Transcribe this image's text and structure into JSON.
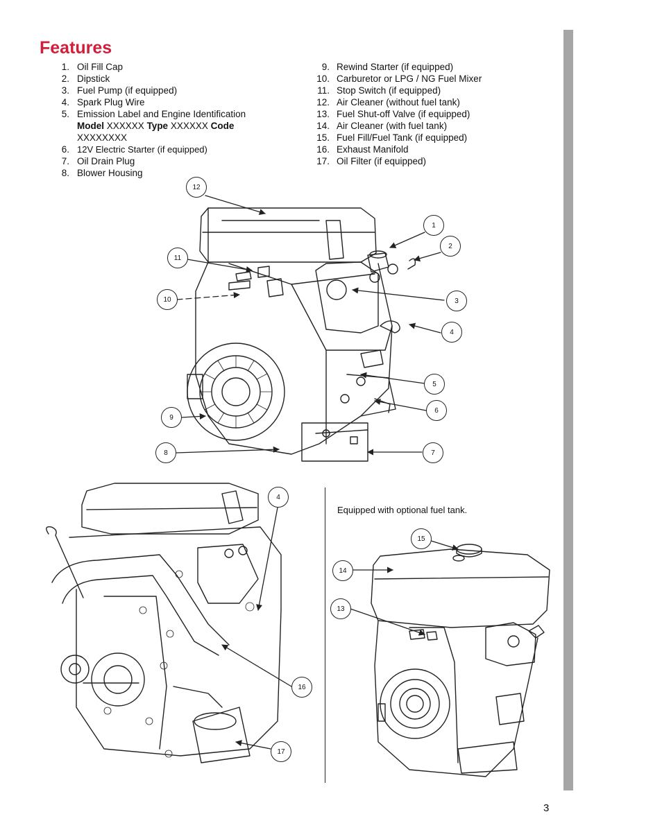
{
  "page": {
    "title": "Features",
    "page_number": "3",
    "note": "Equipped with optional fuel tank."
  },
  "features_left": [
    {
      "num": "1.",
      "label": "Oil Fill Cap"
    },
    {
      "num": "2.",
      "label": "Dipstick"
    },
    {
      "num": "3.",
      "label": "Fuel Pump (if equipped)"
    },
    {
      "num": "4.",
      "label": "Spark Plug Wire"
    },
    {
      "num": "5.",
      "label": "Emission Label and Engine Identification",
      "model_label": "Model",
      "model_value": "XXXXXX",
      "type_label": "Type",
      "type_value": "XXXXXX",
      "code_label": "Code",
      "code_value": "XXXXXXXX"
    },
    {
      "num": "6.",
      "label": "12V Electric Starter (if equipped)"
    },
    {
      "num": "7.",
      "label": "Oil Drain Plug"
    },
    {
      "num": "8.",
      "label": "Blower Housing"
    }
  ],
  "features_right": [
    {
      "num": "9.",
      "label": "Rewind Starter (if equipped)"
    },
    {
      "num": "10.",
      "label": "Carburetor or LPG / NG Fuel Mixer"
    },
    {
      "num": "11.",
      "label": "Stop Switch (if equipped)"
    },
    {
      "num": "12.",
      "label": "Air Cleaner (without fuel tank)"
    },
    {
      "num": "13.",
      "label": "Fuel Shut-off Valve (if equipped)"
    },
    {
      "num": "14.",
      "label": "Air Cleaner (with fuel tank)"
    },
    {
      "num": "15.",
      "label": "Fuel Fill/Fuel Tank (if equipped)"
    },
    {
      "num": "16.",
      "label": "Exhaust Manifold"
    },
    {
      "num": "17.",
      "label": "Oil Filter (if equipped)"
    }
  ],
  "callouts": {
    "c12": "12",
    "c1": "1",
    "c2": "2",
    "c11": "11",
    "c10": "10",
    "c3": "3",
    "c4": "4",
    "c5": "5",
    "c6": "6",
    "c9": "9",
    "c8": "8",
    "c7": "7",
    "c4b": "4",
    "c16": "16",
    "c17": "17",
    "c15": "15",
    "c14": "14",
    "c13": "13"
  },
  "colors": {
    "title": "#d01f3b",
    "sidebar": "#a6a6a6"
  }
}
